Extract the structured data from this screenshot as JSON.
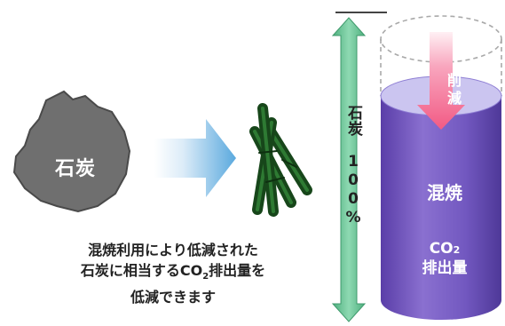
{
  "coal_label": "石炭",
  "caption_lines": [
    "混焼利用により低減された",
    "石炭に相当するCO",
    "排出量を",
    "低減できます"
  ],
  "caption_co2_subscript": "2",
  "scale_label": "石炭　100%",
  "reduction_label": "削減",
  "cylinder_title": "混焼",
  "cylinder_co2_base": "CO",
  "cylinder_co2_subscript": "2",
  "cylinder_co2_line2": "排出量",
  "colors": {
    "coal": "#707070",
    "arrow_blue": "#74b9e4",
    "bamboo": "#1f5a22",
    "scale_green": "#6dc79a",
    "cylinder": "#7a5fc0",
    "cylinder_top": "#c9c3ef",
    "reduction_arrow": "#f36b8f"
  }
}
